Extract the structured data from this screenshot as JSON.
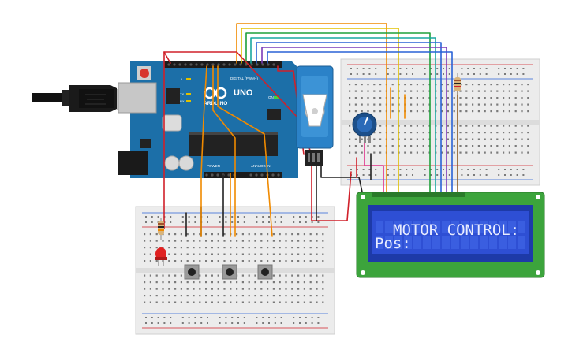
{
  "arduino": {
    "brand": "ARDUINO",
    "model": "UNO",
    "digital_label": "DIGITAL (PWM~)",
    "power_label": "POWER",
    "analog_label": "ANALOG IN",
    "on_label": "ON",
    "tx_label": "TX",
    "rx_label": "RX",
    "l_label": "L"
  },
  "lcd": {
    "line1": "MOTOR CONTROL:",
    "line2": "Pos:",
    "columns": 16
  },
  "wire_colors": {
    "red": "#d0202a",
    "black": "#222222",
    "orange": "#f08a00",
    "yellow": "#e0c000",
    "green": "#1ea03a",
    "teal": "#18a7a0",
    "blue": "#2a62d6",
    "purple": "#7b3ab8",
    "pink": "#e0308a",
    "brown": "#8a5a20"
  },
  "colors": {
    "board_blue": "#1c6fa8",
    "lcd_pcb": "#3ca43c",
    "lcd_screen": "#2e4fd4",
    "lcd_text": "#e8ecff",
    "breadboard": "#ececec",
    "servo_blue": "#2b82c8",
    "pot_blue": "#1c4f8a"
  }
}
